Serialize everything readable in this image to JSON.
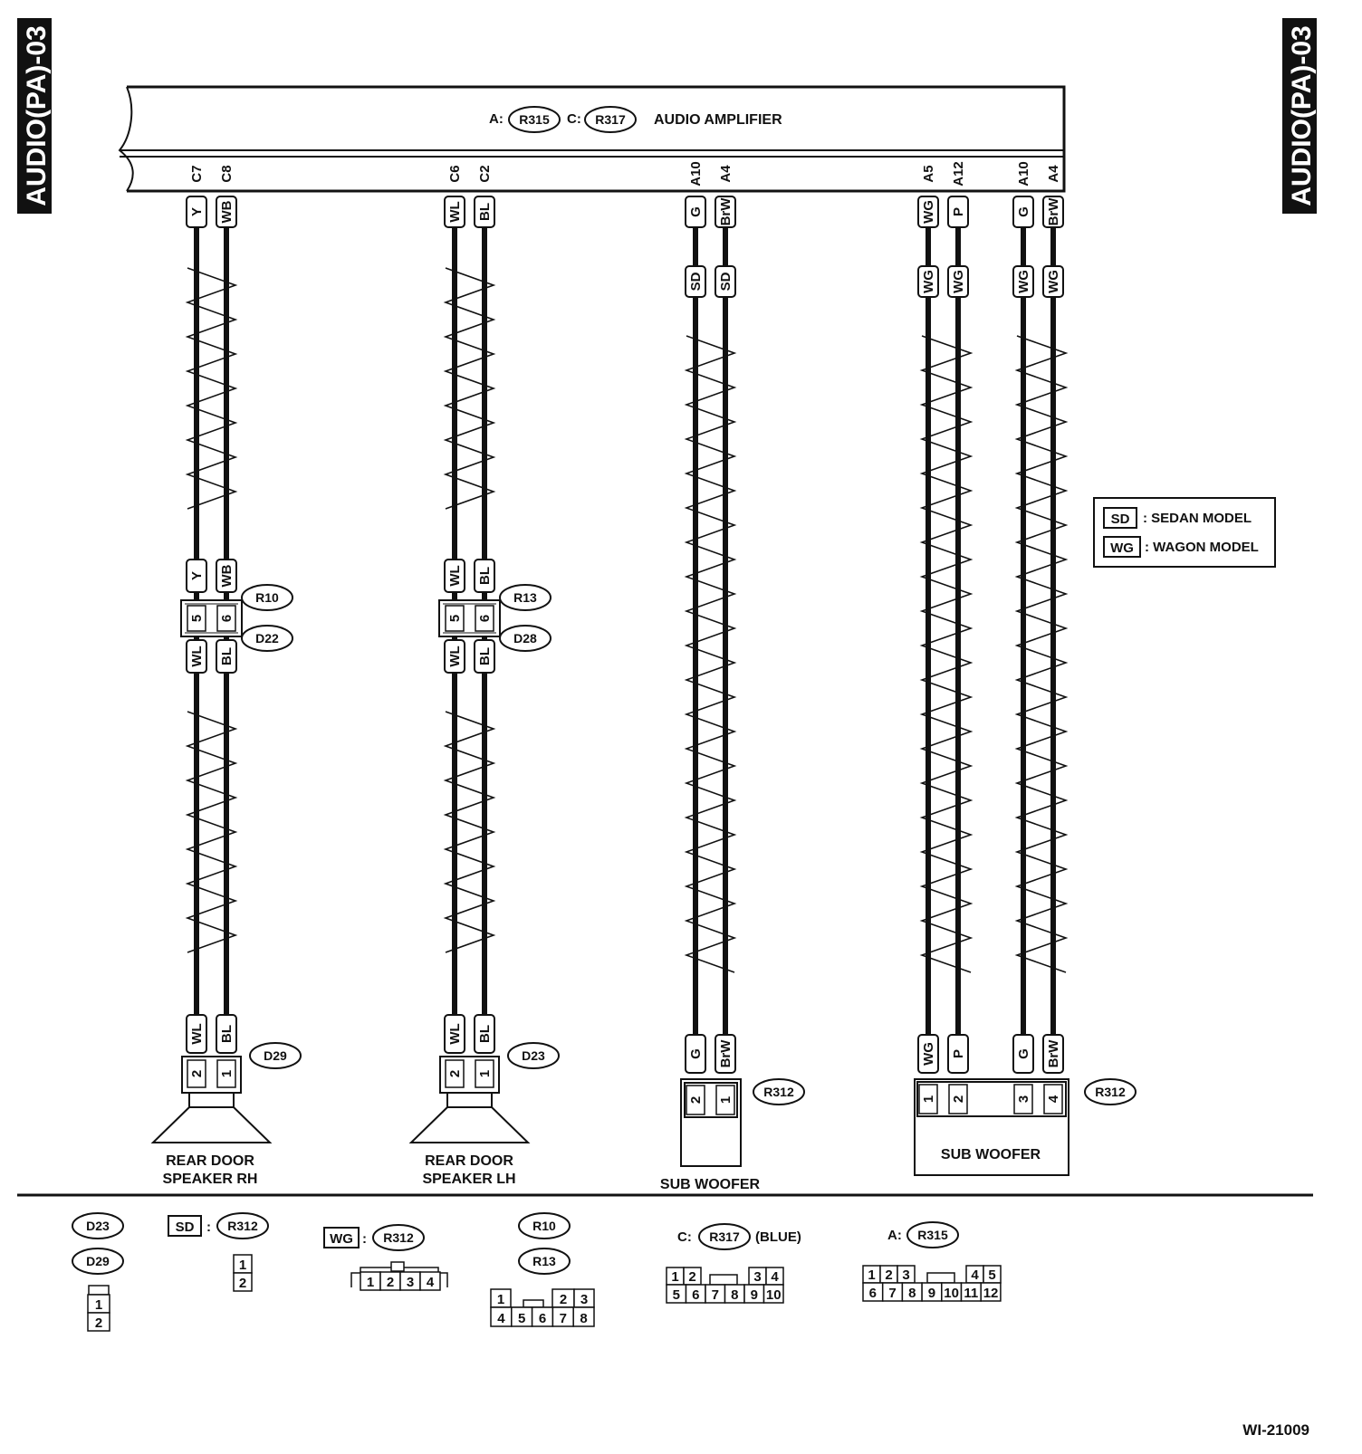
{
  "page_tag": "AUDIO(PA)-03",
  "figure_id": "WI-21009",
  "amplifier": {
    "name": "AUDIO AMPLIFIER",
    "conn_a_prefix": "A:",
    "conn_a": "R315",
    "conn_c_prefix": "C:",
    "conn_c": "R317"
  },
  "legend": {
    "sd_code": "SD",
    "sd_text": ": SEDAN MODEL",
    "wg_code": "WG",
    "wg_text": ": WAGON MODEL"
  },
  "circuits": [
    {
      "id": "rear-rh",
      "wires": [
        {
          "pin": "C7",
          "top": "Y",
          "mid": "Y",
          "harness": "",
          "cpin": "5",
          "bottom": "WL",
          "dpin": "2"
        },
        {
          "pin": "C8",
          "top": "WB",
          "mid": "WB",
          "harness": "",
          "cpin": "6",
          "bottom": "BL",
          "dpin": "1"
        }
      ],
      "conn_upper": "R10",
      "conn_lower": "D22",
      "device_conn": "D29",
      "device": [
        "REAR DOOR",
        "SPEAKER RH"
      ]
    },
    {
      "id": "rear-lh",
      "wires": [
        {
          "pin": "C6",
          "top": "WL",
          "mid": "WL",
          "harness": "",
          "cpin": "5",
          "bottom": "WL",
          "dpin": "2"
        },
        {
          "pin": "C2",
          "top": "BL",
          "mid": "BL",
          "harness": "",
          "cpin": "6",
          "bottom": "BL",
          "dpin": "1"
        }
      ],
      "conn_upper": "R13",
      "conn_lower": "D28",
      "device_conn": "D23",
      "device": [
        "REAR DOOR",
        "SPEAKER LH"
      ]
    },
    {
      "id": "sub-sedan",
      "wires": [
        {
          "pin": "A10",
          "top": "G",
          "harness": "SD",
          "bottom": "G",
          "dpin": "2"
        },
        {
          "pin": "A4",
          "top": "BrW",
          "harness": "SD",
          "bottom": "BrW",
          "dpin": "1"
        }
      ],
      "device_conn": "R312",
      "device": [
        "SUB WOOFER"
      ]
    },
    {
      "id": "sub-wagon",
      "wires": [
        {
          "pin": "A5",
          "top": "WG",
          "harness": "WG",
          "bottom": "WG",
          "dpin": "1"
        },
        {
          "pin": "A12",
          "top": "P",
          "harness": "WG",
          "bottom": "P",
          "dpin": "2"
        },
        {
          "pin": "A10",
          "top": "G",
          "harness": "WG",
          "bottom": "G",
          "dpin": "3"
        },
        {
          "pin": "A4",
          "top": "BrW",
          "harness": "WG",
          "bottom": "BrW",
          "dpin": "4"
        }
      ],
      "device_conn": "R312",
      "device": [
        "SUB WOOFER"
      ]
    }
  ],
  "connector_views": [
    {
      "codes": [
        "D23",
        "D29"
      ],
      "model": "",
      "suffix": "",
      "rows": [
        [
          "1"
        ],
        [
          "2"
        ]
      ]
    },
    {
      "codes": [
        "R312"
      ],
      "model": "SD",
      "suffix": "",
      "rows": [
        [
          "1"
        ],
        [
          "2"
        ]
      ]
    },
    {
      "codes": [
        "R312"
      ],
      "model": "WG",
      "suffix": "",
      "rows": [
        [
          "1",
          "2",
          "3",
          "4"
        ]
      ]
    },
    {
      "codes": [
        "R10",
        "R13"
      ],
      "model": "",
      "suffix": "",
      "rows": [
        [
          "1",
          "",
          "2",
          "3"
        ],
        [
          "4",
          "5",
          "6",
          "7",
          "8"
        ]
      ]
    },
    {
      "codes": [
        "R317"
      ],
      "prefix": "C:",
      "model": "",
      "suffix": "(BLUE)",
      "rows": [
        [
          "1",
          "2",
          "",
          "3",
          "4"
        ],
        [
          "5",
          "6",
          "7",
          "8",
          "9",
          "10"
        ]
      ]
    },
    {
      "codes": [
        "R315"
      ],
      "prefix": "A:",
      "model": "",
      "suffix": "",
      "rows": [
        [
          "1",
          "2",
          "3",
          "",
          "4",
          "5"
        ],
        [
          "6",
          "7",
          "8",
          "9",
          "10",
          "11",
          "12"
        ]
      ]
    }
  ]
}
